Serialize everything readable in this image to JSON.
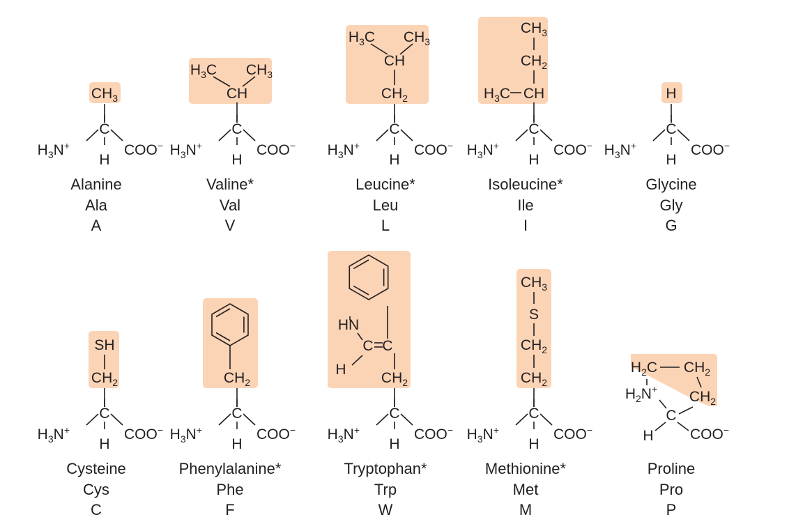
{
  "colors": {
    "highlight": "#fbd3b5",
    "ink": "#231f20",
    "background": "#ffffff"
  },
  "labels": {
    "h3n": "H3N",
    "plus": "+",
    "coo": "COO",
    "minus": "−",
    "c": "C",
    "h": "H",
    "ch3": "CH3",
    "ch2": "CH2",
    "ch": "CH",
    "h3c": "H3C",
    "h2c": "H2C",
    "sh": "SH",
    "s": "S",
    "hn": "HN"
  },
  "amino_acids": [
    {
      "name": "Alanine",
      "abbr3": "Ala",
      "abbr1": "A"
    },
    {
      "name": "Valine*",
      "abbr3": "Val",
      "abbr1": "V"
    },
    {
      "name": "Leucine*",
      "abbr3": "Leu",
      "abbr1": "L"
    },
    {
      "name": "Isoleucine*",
      "abbr3": "Ile",
      "abbr1": "I"
    },
    {
      "name": "Glycine",
      "abbr3": "Gly",
      "abbr1": "G"
    },
    {
      "name": "Cysteine",
      "abbr3": "Cys",
      "abbr1": "C"
    },
    {
      "name": "Phenylalanine*",
      "abbr3": "Phe",
      "abbr1": "F"
    },
    {
      "name": "Tryptophan*",
      "abbr3": "Trp",
      "abbr1": "W"
    },
    {
      "name": "Methionine*",
      "abbr3": "Met",
      "abbr1": "M"
    },
    {
      "name": "Proline",
      "abbr3": "Pro",
      "abbr1": "P"
    }
  ]
}
